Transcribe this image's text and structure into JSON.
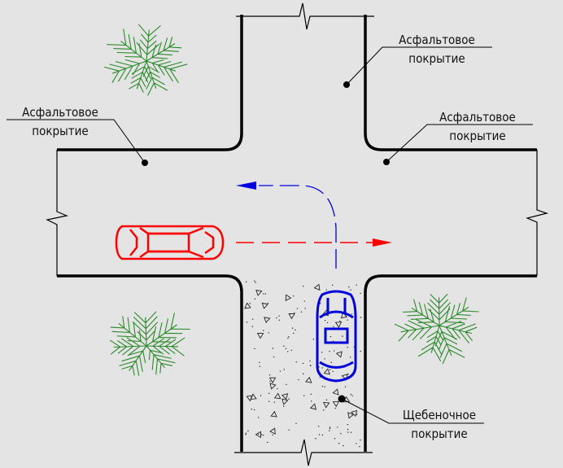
{
  "labels": {
    "asphalt_top_right": {
      "line1": "Асфальтовое",
      "line2": "покрытие"
    },
    "asphalt_left": {
      "line1": "Асфальтовое",
      "line2": "покрытие"
    },
    "asphalt_right": {
      "line1": "Асфальтовое",
      "line2": "покрытие"
    },
    "gravel": {
      "line1": "Щебеночное",
      "line2": "покрытие"
    }
  },
  "colors": {
    "background": "#e4e4e4",
    "red_car": "#ff0000",
    "blue_car": "#0000dd",
    "tree": "#2a8a2a",
    "lines": "#000000"
  }
}
